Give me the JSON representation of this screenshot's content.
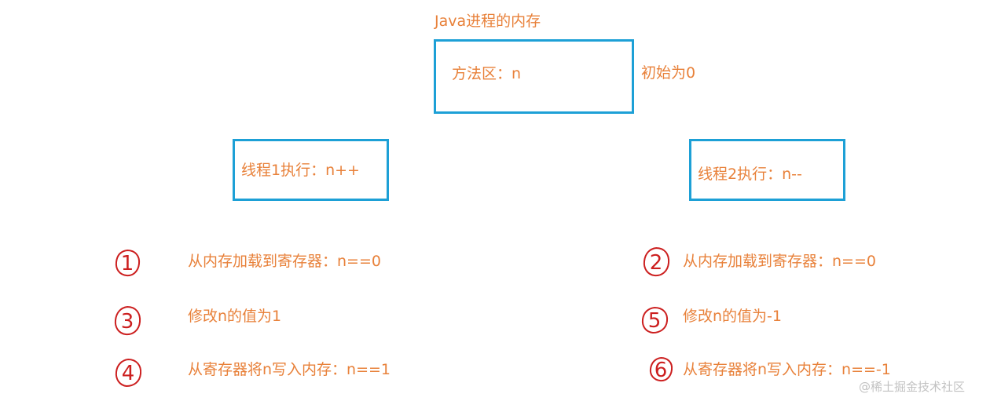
{
  "memory": {
    "title": "Java进程的内存",
    "method_area_label": "方法区：n",
    "initial_note": "初始为0"
  },
  "thread1": {
    "label": "线程1执行：n++",
    "steps": [
      {
        "marker": "1",
        "text": "从内存加载到寄存器：n==0"
      },
      {
        "marker": "3",
        "text": "修改n的值为1"
      },
      {
        "marker": "4",
        "text": "从寄存器将n写入内存：n==1"
      }
    ]
  },
  "thread2": {
    "label": "线程2执行：n--",
    "steps": [
      {
        "marker": "2",
        "text": "从内存加载到寄存器：n==0"
      },
      {
        "marker": "5",
        "text": "修改n的值为-1"
      },
      {
        "marker": "6",
        "text": "从寄存器将n写入内存：n==-1"
      }
    ]
  },
  "watermark": "@稀土掘金技术社区",
  "colors": {
    "text": "#e8813a",
    "box_border": "#1da0d6",
    "marker": "#cc1f1f",
    "watermark": "#c2c2c2"
  }
}
